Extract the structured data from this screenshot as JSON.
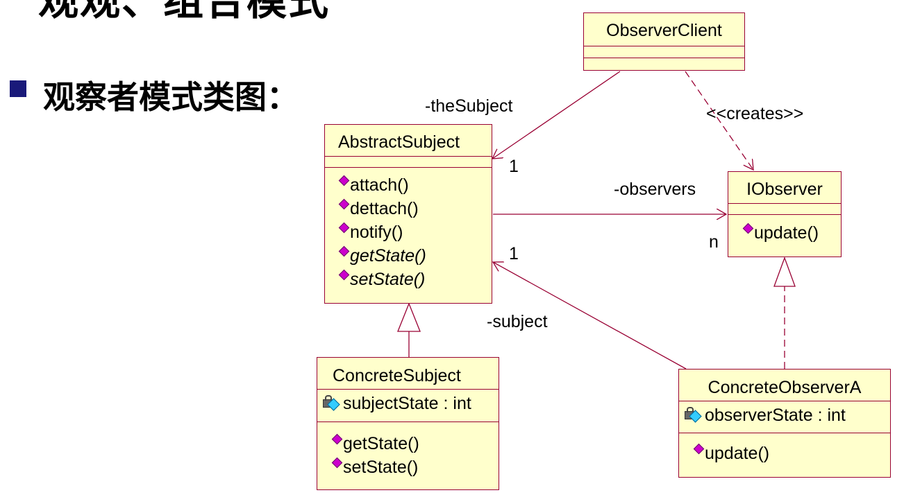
{
  "slide": {
    "title": "观观、组合模式",
    "heading": "观察者模式类图："
  },
  "classes": {
    "observer_client": {
      "name": "ObserverClient"
    },
    "abstract_subject": {
      "name": "AbstractSubject",
      "ops": [
        "attach()",
        "dettach()",
        "notify()",
        "getState()",
        "setState()"
      ]
    },
    "iobserver": {
      "name": "IObserver",
      "ops": [
        "update()"
      ]
    },
    "concrete_subject": {
      "name": "ConcreteSubject",
      "attrs": [
        "subjectState : int"
      ],
      "ops": [
        "getState()",
        "setState()"
      ]
    },
    "concrete_observer_a": {
      "name": "ConcreteObserverA",
      "attrs": [
        "observerState : int"
      ],
      "ops": [
        "update()"
      ]
    }
  },
  "labels": {
    "the_subject": "-theSubject",
    "creates": "<<creates>>",
    "observers": "-observers",
    "subject": "-subject",
    "mult_1_top": "1",
    "mult_n": "n",
    "mult_1_bottom": "1"
  },
  "colors": {
    "class_fill": "#ffffcc",
    "class_border": "#990033",
    "op_icon": "#cc00cc",
    "attr_icon": "#33ccff",
    "bullet": "#1a1a7a"
  }
}
